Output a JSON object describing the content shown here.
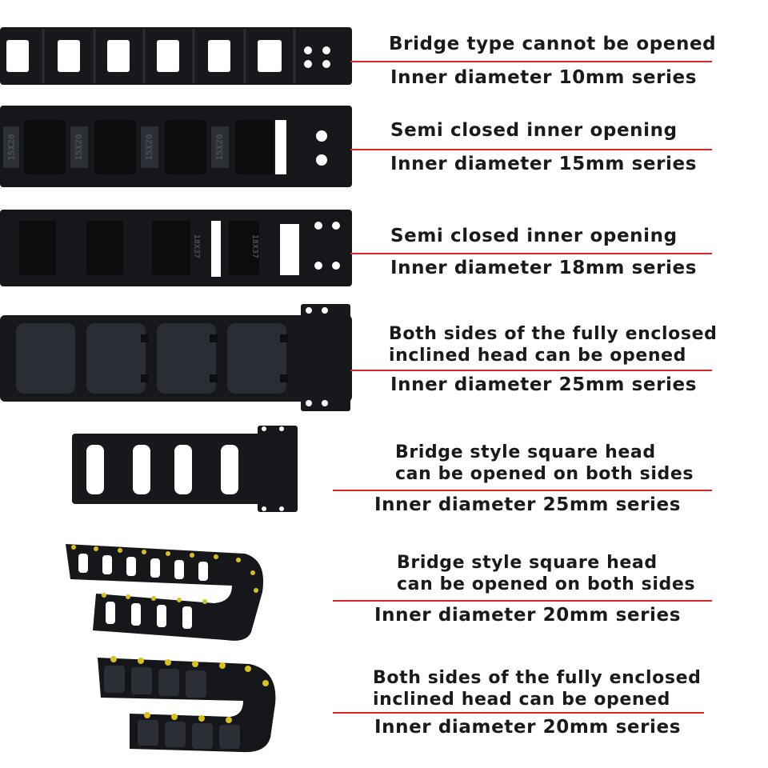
{
  "colors": {
    "rule": "#d9252a",
    "chain": "#15171b",
    "chain_light": "#2a2d33",
    "accent_dot": "#d8c01e"
  },
  "items": [
    {
      "description": "Bridge type cannot be opened",
      "spec": "Inner diameter 10mm series"
    },
    {
      "description": "Semi closed inner opening",
      "spec": "Inner diameter 15mm series",
      "stamp": "15X20"
    },
    {
      "description": "Semi closed inner opening",
      "spec": "Inner diameter 18mm series",
      "stamp": "18X37"
    },
    {
      "description_lines": [
        "Both sides of the fully enclosed",
        "inclined head can be opened"
      ],
      "spec": "Inner diameter 25mm series"
    },
    {
      "description_lines": [
        "Bridge style square head",
        "can be opened on both sides"
      ],
      "spec": "Inner diameter 25mm series"
    },
    {
      "description_lines": [
        "Bridge style square head",
        "can be opened on both sides"
      ],
      "spec": "Inner diameter 20mm series"
    },
    {
      "description_lines": [
        "Both sides of the fully enclosed",
        "inclined head can be opened"
      ],
      "spec": "Inner diameter 20mm series"
    }
  ]
}
